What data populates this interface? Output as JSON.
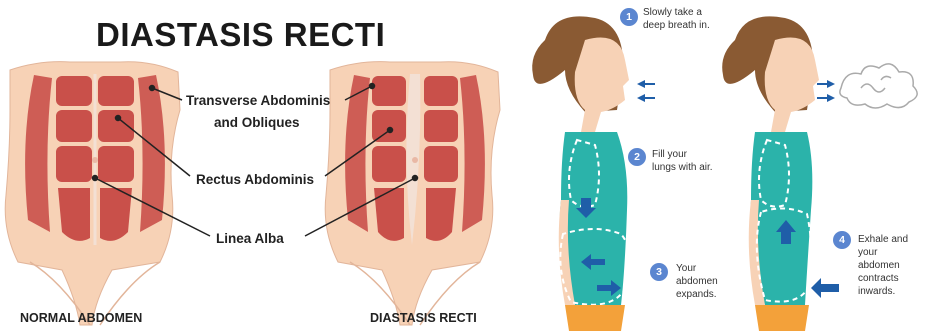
{
  "title": "DIASTASIS RECTI",
  "labels": {
    "transverse": "Transverse Abdominis",
    "obliques": "and Obliques",
    "rectus": "Rectus Abdominis",
    "linea": "Linea Alba"
  },
  "captions": {
    "normal": "NORMAL ABDOMEN",
    "diastasis": "DIASTASIS RECTI"
  },
  "steps": [
    {
      "number": "1",
      "lines": [
        "Slowly take a",
        "deep breath in."
      ]
    },
    {
      "number": "2",
      "lines": [
        "Fill your",
        "lungs with air."
      ]
    },
    {
      "number": "3",
      "lines": [
        "Your",
        "abdomen",
        "expands."
      ]
    },
    {
      "number": "4",
      "lines": [
        "Exhale and",
        "your",
        "abdomen",
        "contracts",
        "inwards."
      ]
    }
  ],
  "colors": {
    "skin": "#f7d2b6",
    "muscle": "#c9504a",
    "teal": "#2bb3aa",
    "hair": "#8a5a33",
    "arrow": "#1f5ea8",
    "badge": "#5b86d0"
  }
}
